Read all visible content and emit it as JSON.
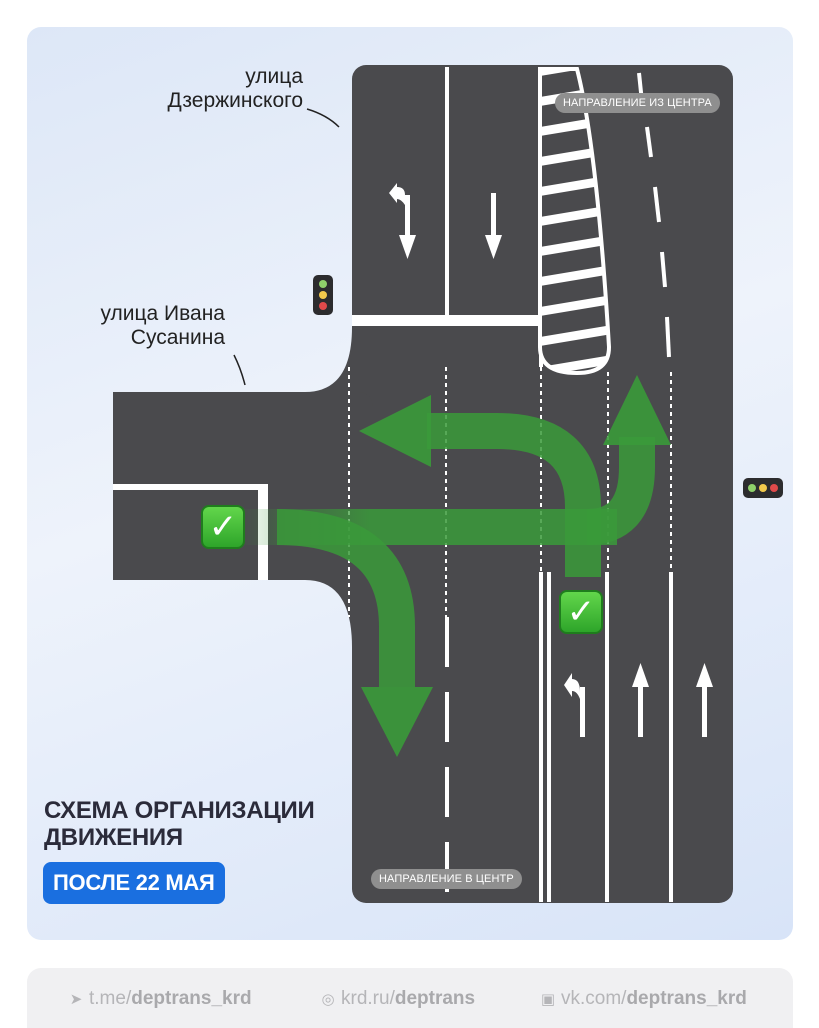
{
  "streets": {
    "dzerzhinsky": "улица\nДзержинского",
    "susanina": "улица Ивана\nСусанина"
  },
  "directions": {
    "from_center": "НАПРАВЛЕНИЕ ИЗ ЦЕНТРА",
    "to_center": "НАПРАВЛЕНИЕ В ЦЕНТР"
  },
  "check_mark": "✓",
  "title": "СХЕМА ОРГАНИЗАЦИИ\nДВИЖЕНИЯ",
  "date_badge": "ПОСЛЕ 22 МАЯ",
  "footer": {
    "telegram": {
      "prefix": "t.me/",
      "handle": "deptrans_krd"
    },
    "site": {
      "prefix": "krd.ru/",
      "handle": "deptrans"
    },
    "vk": {
      "prefix": "vk.com/",
      "handle": "deptrans_krd"
    }
  },
  "colors": {
    "road": "#4a4a4d",
    "marking": "#ffffff",
    "arrow_green": "#2f8f2f",
    "badge_blue": "#1a6fe0",
    "background": "#e3ebf8"
  }
}
